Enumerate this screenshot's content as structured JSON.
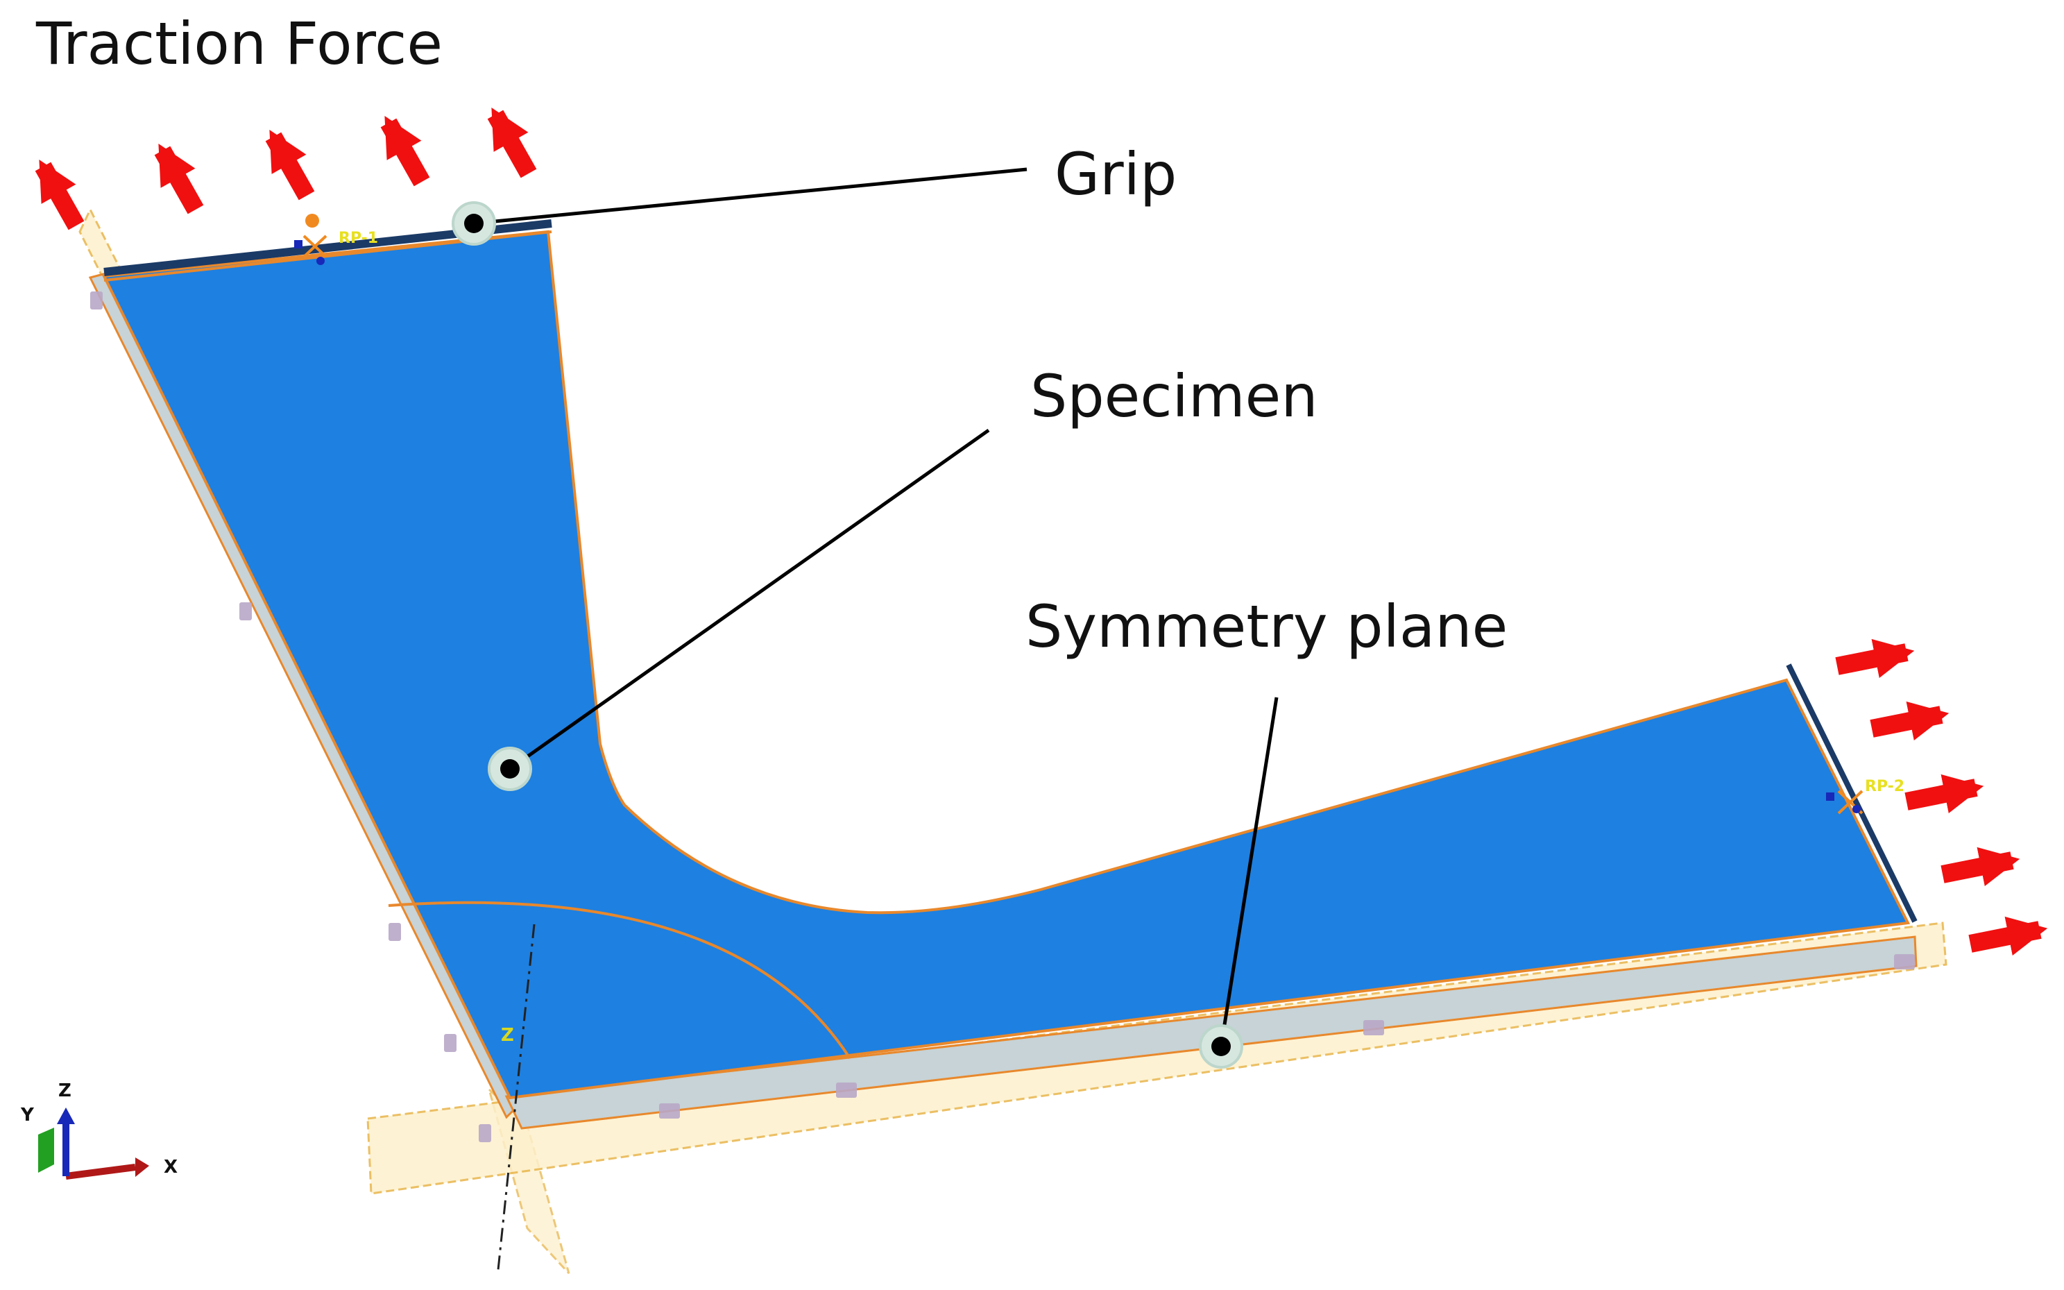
{
  "labels": {
    "traction_force": "Traction Force",
    "grip": "Grip",
    "specimen": "Specimen",
    "symmetry_plane": "Symmetry plane"
  },
  "reference_points": {
    "rp1": "RP-1",
    "rp2": "RP-2"
  },
  "triad": {
    "x": "X",
    "y": "Y",
    "z": "Z"
  },
  "local_axis": "Z",
  "colors": {
    "specimen_fill": "#1e80e0",
    "specimen_edge": "#e8882c",
    "grip_edge": "#1b3a66",
    "plane_fill": "#fdf0cc",
    "plane_edge": "#e8b54a",
    "arrow": "#f01010",
    "leader": "#000000",
    "triad_x": "#b01818",
    "triad_y": "#22a022",
    "triad_z": "#1828b8"
  }
}
